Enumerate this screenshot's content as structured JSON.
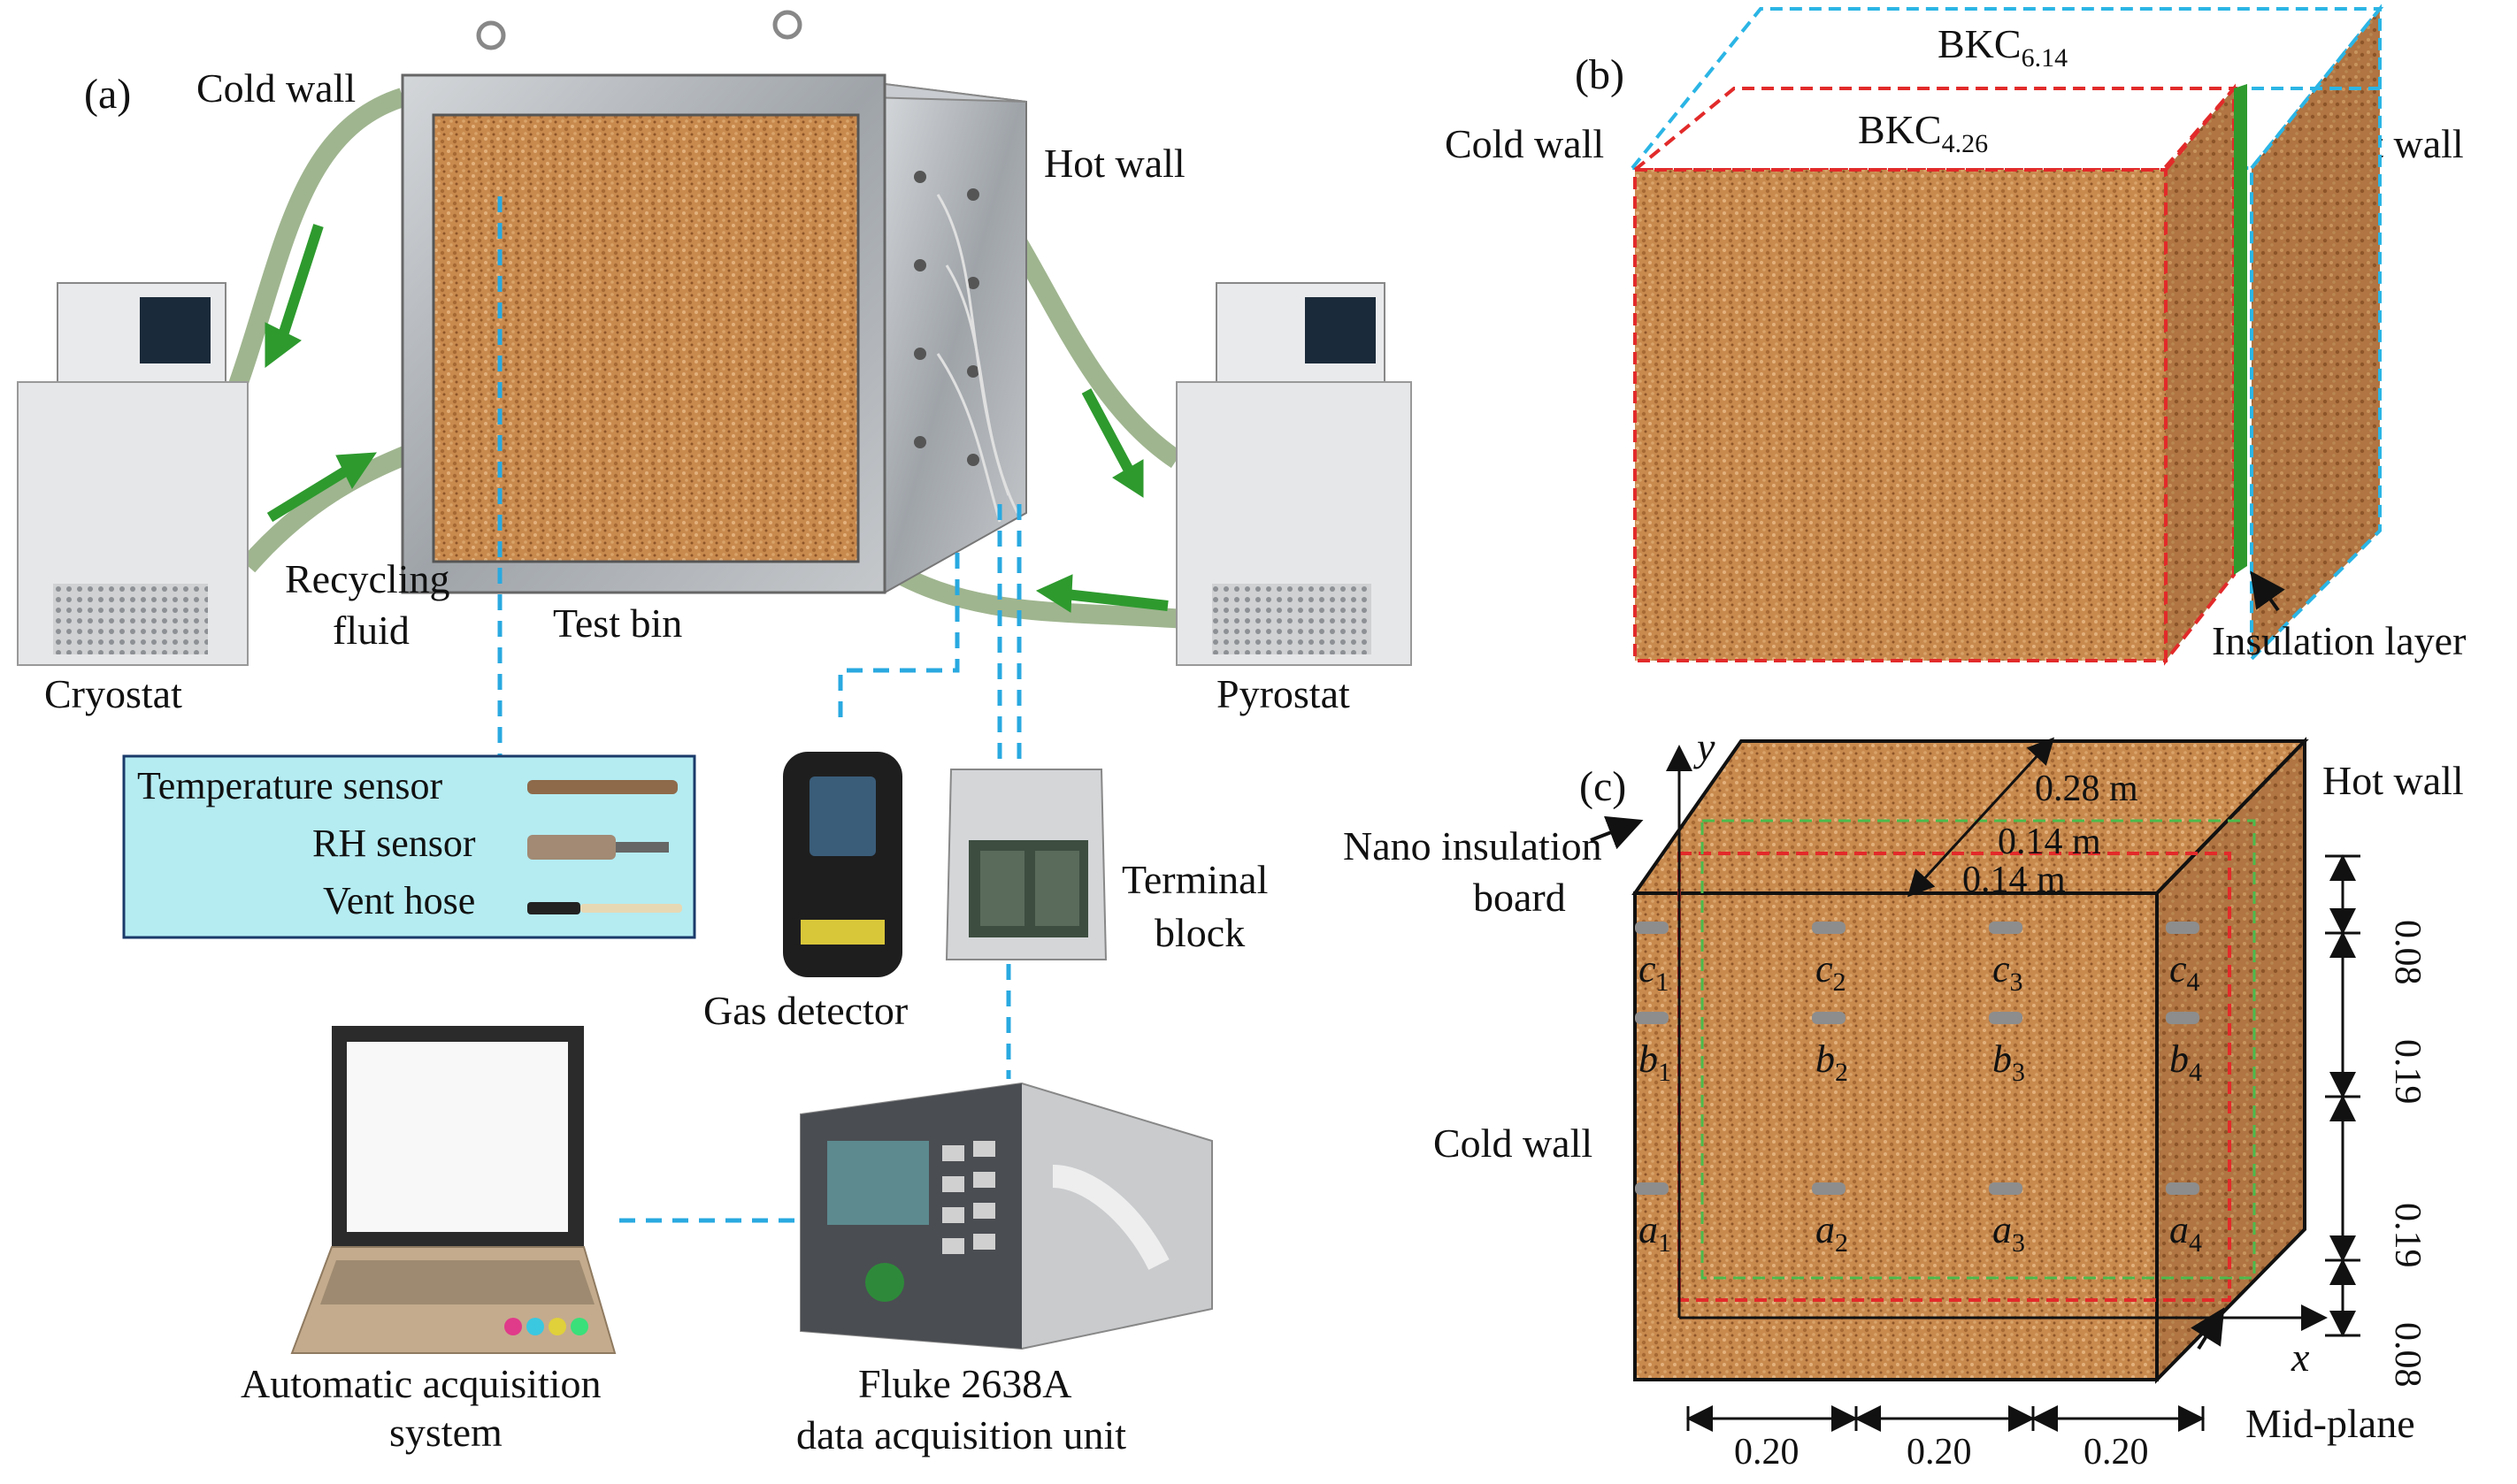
{
  "panel_a": {
    "label": "(a)",
    "cold_wall": "Cold wall",
    "hot_wall": "Hot wall",
    "cryostat": "Cryostat",
    "pyrostat": "Pyrostat",
    "recycling_fluid_1": "Recycling",
    "recycling_fluid_2": "fluid",
    "test_bin": "Test bin",
    "sensors": {
      "temperature": "Temperature sensor",
      "rh": "RH sensor",
      "vent": "Vent hose"
    },
    "gas_detector": "Gas detector",
    "terminal_block_1": "Terminal",
    "terminal_block_2": "block",
    "acq_system_1": "Automatic acquisition",
    "acq_system_2": "system",
    "fluke_1": "Fluke 2638A",
    "fluke_2": "data acquisition unit"
  },
  "panel_b": {
    "label": "(b)",
    "bkc_big_main": "BKC",
    "bkc_big_sub": "6.14",
    "bkc_small_main": "BKC",
    "bkc_small_sub": "4.26",
    "cold_wall": "Cold wall",
    "hot_wall": "Hot wall",
    "insulation_layer": "Insulation layer"
  },
  "panel_c": {
    "label": "(c)",
    "axis_y": "y",
    "axis_x": "x",
    "hot_wall": "Hot wall",
    "cold_wall": "Cold wall",
    "nano_1": "Nano insulation",
    "nano_2": "board",
    "mid_plane": "Mid-plane",
    "depth_dims": [
      "0.28 m",
      "0.14 m",
      "0.14 m"
    ],
    "width_dims": [
      "0.20",
      "0.20",
      "0.20"
    ],
    "height_dims": [
      "0.08",
      "0.19",
      "0.19",
      "0.08"
    ],
    "sensor_rows": [
      [
        "c",
        "c",
        "c",
        "c"
      ],
      [
        "b",
        "b",
        "b",
        "b"
      ],
      [
        "a",
        "a",
        "a",
        "a"
      ]
    ],
    "sensor_subs": [
      "1",
      "2",
      "3",
      "4"
    ]
  },
  "colors": {
    "grain": "#c98a4e",
    "steel": "#b8bcc0",
    "arrow_green": "#2e9a2e",
    "dash_blue": "#29a9e0",
    "dash_red": "#e22a2a",
    "dash_cyan": "#2bb5e5",
    "dash_green": "#4cbb4c",
    "sensor_box": "#b4ecf2"
  }
}
